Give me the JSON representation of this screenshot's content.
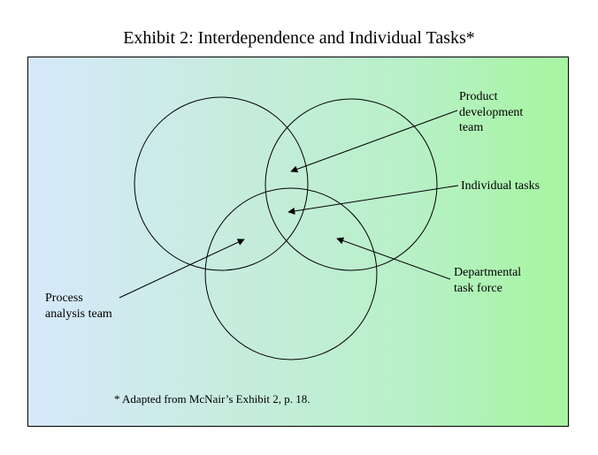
{
  "title": "Exhibit 2: Interdependence and Individual Tasks*",
  "labels": {
    "product_development_team": [
      "Product",
      "development",
      "team"
    ],
    "individual_tasks": "Individual tasks",
    "departmental_task_force": [
      "Departmental",
      "task force"
    ],
    "process_analysis_team": [
      "Process",
      "analysis team"
    ]
  },
  "footnote": "* Adapted from McNair’s Exhibit 2, p. 18.",
  "colors": {
    "background_left": "#d6e9fb",
    "background_right": "#a6f5a0",
    "stroke": "#000000"
  }
}
